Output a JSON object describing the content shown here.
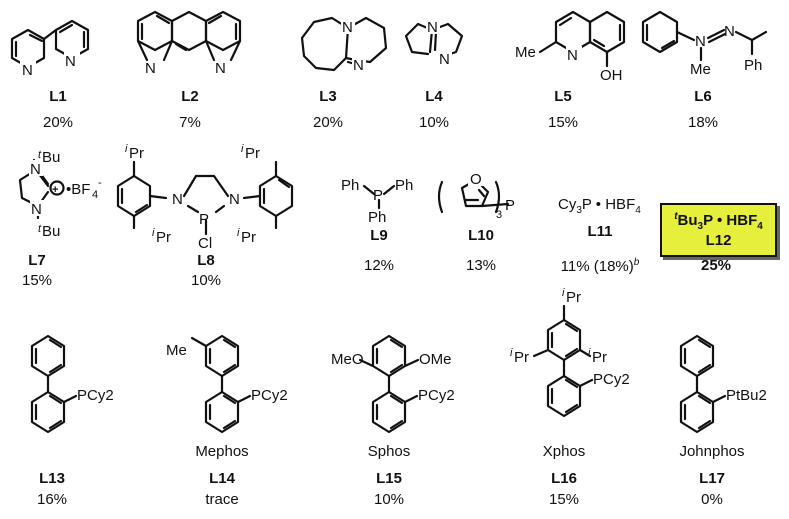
{
  "entries": [
    {
      "id": "L1",
      "label": "L1",
      "yield": "20%"
    },
    {
      "id": "L2",
      "label": "L2",
      "yield": "7%"
    },
    {
      "id": "L3",
      "label": "L3",
      "yield": "20%"
    },
    {
      "id": "L4",
      "label": "L4",
      "yield": "10%"
    },
    {
      "id": "L5",
      "label": "L5",
      "yield": "15%"
    },
    {
      "id": "L6",
      "label": "L6",
      "yield": "18%"
    },
    {
      "id": "L7",
      "label": "L7",
      "yield": "15%"
    },
    {
      "id": "L8",
      "label": "L8",
      "yield": "10%"
    },
    {
      "id": "L9",
      "label": "L9",
      "yield": "12%"
    },
    {
      "id": "L10",
      "label": "L10",
      "yield": "13%"
    },
    {
      "id": "L11",
      "label": "L11",
      "yield": "11% (18%)",
      "yield_note": "b",
      "formula": "Cy3P • HBF4"
    },
    {
      "id": "L12",
      "label": "L12",
      "yield": "25%",
      "formula": "tBu3P • HBF4",
      "highlighted": true
    },
    {
      "id": "L13",
      "label": "L13",
      "yield": "16%",
      "substituent": "PCy2"
    },
    {
      "id": "L14",
      "label": "L14",
      "yield": "trace",
      "name": "Mephos",
      "substituent": "PCy2"
    },
    {
      "id": "L15",
      "label": "L15",
      "yield": "10%",
      "name": "Sphos",
      "substituent": "PCy2"
    },
    {
      "id": "L16",
      "label": "L16",
      "yield": "15%",
      "name": "Xphos",
      "substituent": "PCy2"
    },
    {
      "id": "L17",
      "label": "L17",
      "yield": "0%",
      "name": "Johnphos",
      "substituent": "PtBu2"
    }
  ],
  "atoms": {
    "N": "N",
    "O": "O",
    "P": "P",
    "Cl": "Cl",
    "OH": "OH",
    "Me": "Me",
    "Ph": "Ph",
    "OMe": "OMe",
    "MeO": "MeO",
    "tBu": "Bu",
    "tBu_prefix": "t",
    "iPr": "Pr",
    "iPr_prefix": "i",
    "BF4": "•BF",
    "BF4_sub": "4",
    "BF4_sup": "-",
    "plus": "+",
    "furyl_sub": "3"
  },
  "colors": {
    "highlight": "#e6ef3b",
    "ink": "#111111"
  }
}
